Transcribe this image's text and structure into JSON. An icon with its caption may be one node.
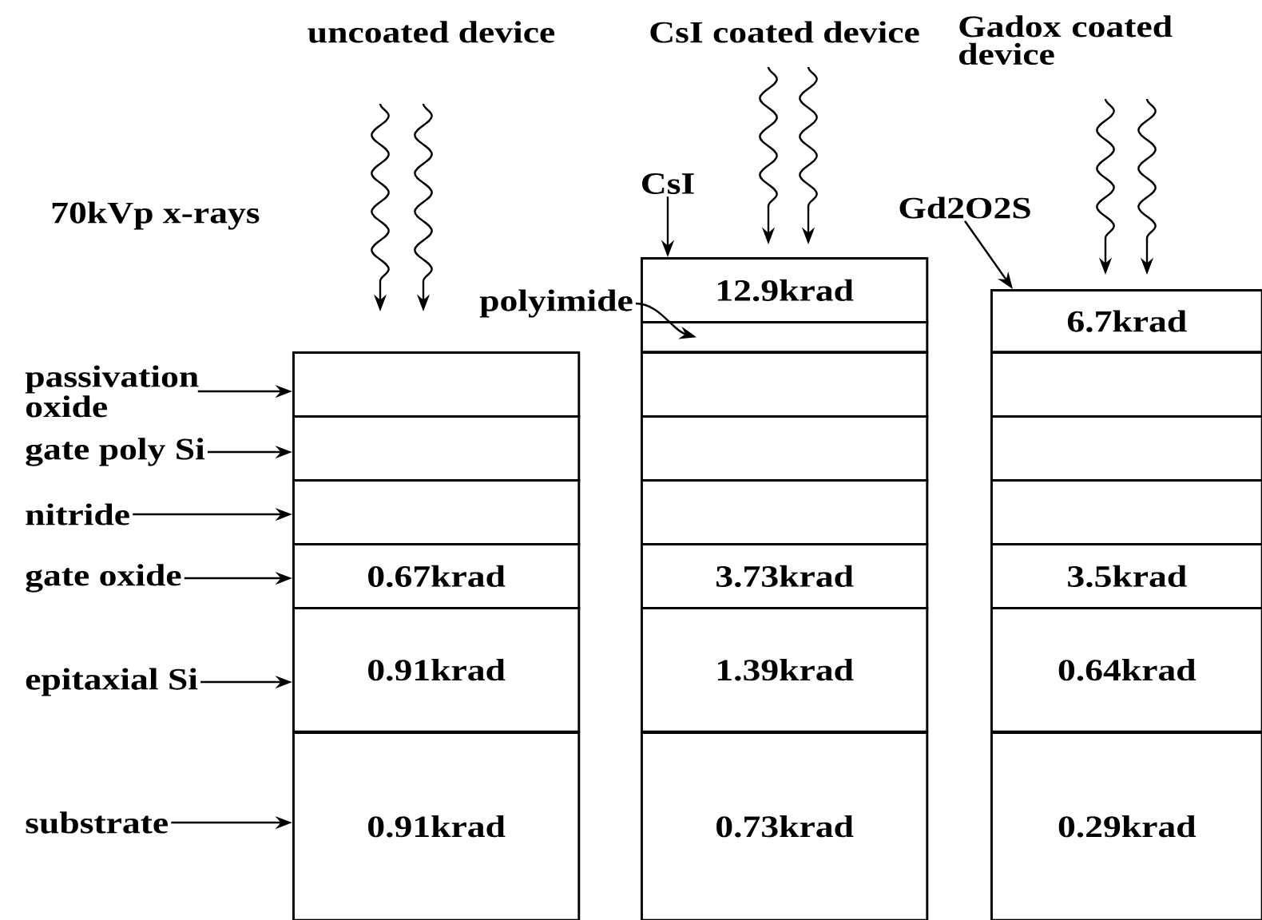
{
  "diagram": {
    "nodes": [
      {
        "text": [],
        "shape": "box"
      },
      {
        "text": [],
        "shape": "box"
      },
      {
        "text": [],
        "shape": "box"
      },
      {
        "text": [
          "0.67krad"
        ]
      },
      {
        "text": [
          "0.91krad"
        ]
      },
      {
        "text": [
          "0.91krad"
        ]
      },
      {
        "text": [
          "12.9krad"
        ]
      },
      {
        "text": [],
        "shape": "box"
      },
      {
        "text": [],
        "shape": "box"
      },
      {
        "text": [],
        "shape": "box"
      },
      {
        "text": [],
        "shape": "box"
      },
      {
        "text": [
          "3.73krad"
        ]
      },
      {
        "text": [
          "1.39krad"
        ]
      },
      {
        "text": [
          "0.73krad"
        ]
      },
      {
        "text": [
          "6.7krad"
        ]
      },
      {
        "text": [],
        "shape": "box"
      },
      {
        "text": [],
        "shape": "box"
      },
      {
        "text": [],
        "shape": "box"
      },
      {
        "text": [
          "3.5krad"
        ]
      },
      {
        "text": [
          "0.64krad"
        ]
      },
      {
        "text": [
          "0.29krad"
        ]
      },
      {
        "text": [
          "passivation oxide"
        ]
      },
      {
        "text": [
          "gate poly Si"
        ]
      },
      {
        "text": [
          "nitride"
        ]
      },
      {
        "text": [
          "gate oxide"
        ]
      },
      {
        "text": [
          "epitaxial Si"
        ]
      },
      {
        "text": [
          "substrate"
        ]
      },
      {
        "text": [
          "CsI"
        ]
      },
      {
        "text": [
          "polyimide"
        ]
      },
      {
        "text": [
          "Gd2O2S"
        ]
      }
    ],
    "edges": [
      {
        "from": 21,
        "to": 0,
        "arrow": "to"
      },
      {
        "from": 22,
        "to": 1,
        "arrow": "to"
      },
      {
        "from": 23,
        "to": 2,
        "arrow": "to"
      },
      {
        "from": 24,
        "to": 3,
        "arrow": "to"
      },
      {
        "from": 25,
        "to": 4,
        "arrow": "to"
      },
      {
        "from": 26,
        "to": 5,
        "arrow": "to"
      },
      {
        "from": 27,
        "to": 6,
        "arrow": "to"
      },
      {
        "from": 28,
        "to": 7,
        "arrow": "to"
      },
      {
        "from": 29,
        "to": 14,
        "arrow": "to"
      }
    ],
    "labels": [
      "uncoated device",
      "CsI coated device",
      "Gadox coated device",
      "70kVp x-rays"
    ]
  }
}
